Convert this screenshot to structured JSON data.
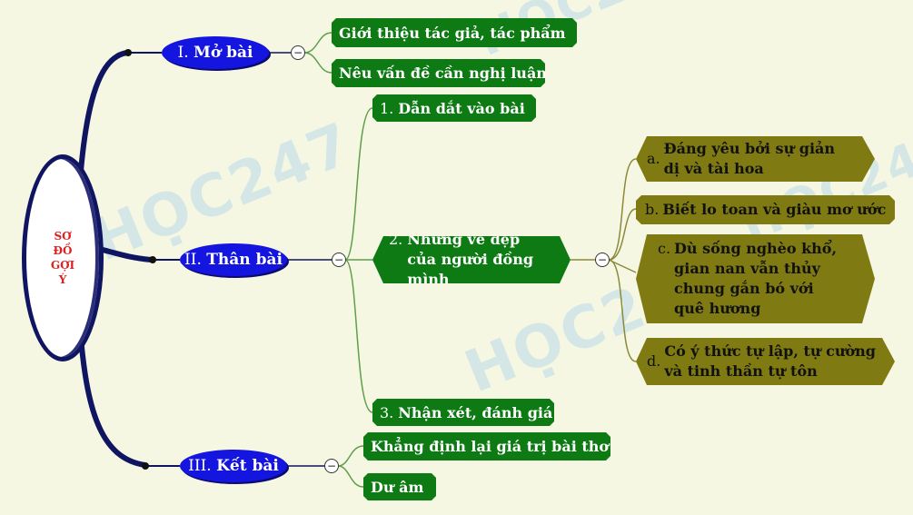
{
  "watermark": "HỌC247",
  "root": {
    "label": "SƠ ĐỒ GỢI Ý"
  },
  "sections": [
    {
      "prefix": "I.",
      "title": "Mở bài",
      "children": [
        {
          "text": "Giới thiệu tác giả, tác phẩm"
        },
        {
          "text": "Nêu vấn đề cần nghị luận"
        }
      ]
    },
    {
      "prefix": "II.",
      "title": "Thân bài",
      "children": [
        {
          "num": "1.",
          "text": "Dẫn dắt vào bài"
        },
        {
          "num": "2.",
          "text": "Những vẻ đẹp của người đồng mình",
          "children": [
            {
              "num": "a.",
              "text": "Đáng yêu bởi sự giản dị và tài hoa"
            },
            {
              "num": "b.",
              "text": "Biết lo toan và giàu mơ ước"
            },
            {
              "num": "c.",
              "text": "Dù sống nghèo khổ, gian nan vẫn thủy chung gắn bó với quê hương"
            },
            {
              "num": "d.",
              "text": "Có ý thức tự lập, tự cường và tinh thần tự tôn"
            }
          ]
        },
        {
          "num": "3.",
          "text": "Nhận xét, đánh giá"
        }
      ]
    },
    {
      "prefix": "III.",
      "title": "Kết bài",
      "children": [
        {
          "text": "Khẳng định lại giá trị bài thơ"
        },
        {
          "text": "Dư âm"
        }
      ]
    }
  ],
  "colors": {
    "background": "#f6f7e3",
    "root_border": "#0f1560",
    "root_text": "#e02020",
    "section_fill": "#1515e0",
    "branch_green": "#0d7a14",
    "branch_olive": "#7f7a12",
    "connector_green": "#5f9e4a",
    "connector_olive": "#8a8a3a"
  },
  "collapse_symbol": "−"
}
